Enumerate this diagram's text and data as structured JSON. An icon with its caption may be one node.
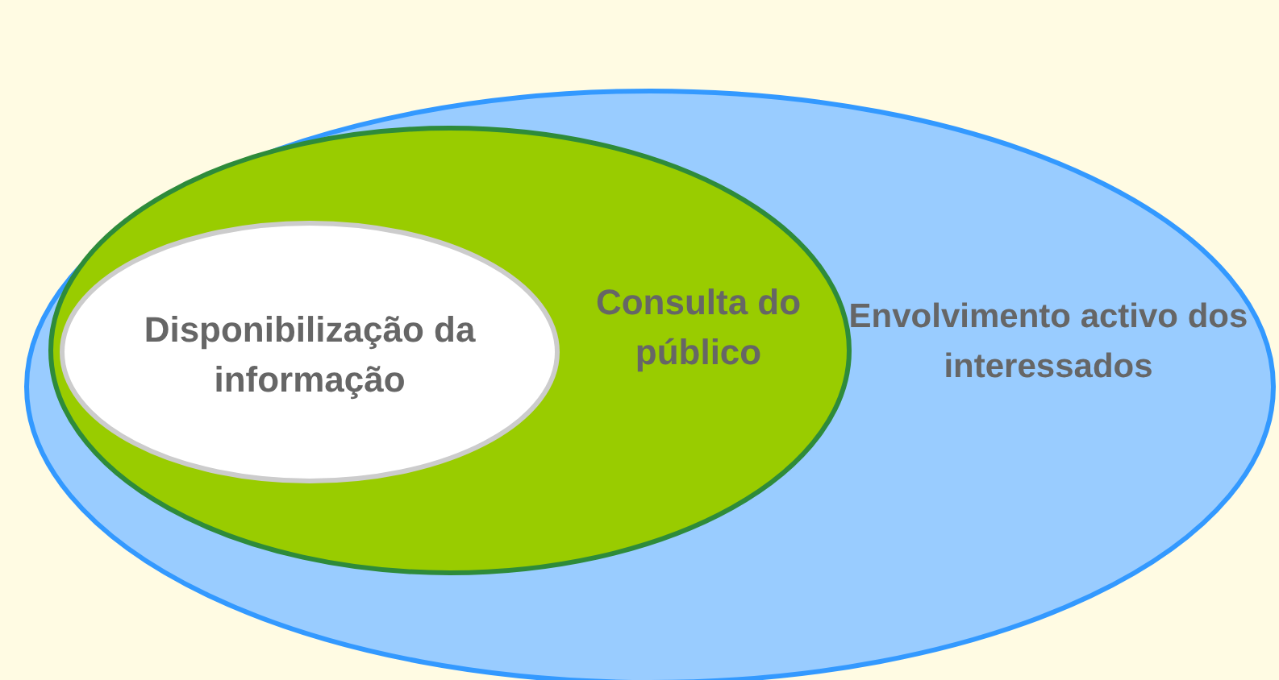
{
  "diagram": {
    "nodes": [
      {
        "text": [
          "Envolvimento activo dos interessados"
        ]
      },
      {
        "text": [
          "Consulta do público"
        ],
        "in": 0
      },
      {
        "text": [
          "Disponibilização da informação"
        ],
        "in": 1
      }
    ]
  }
}
